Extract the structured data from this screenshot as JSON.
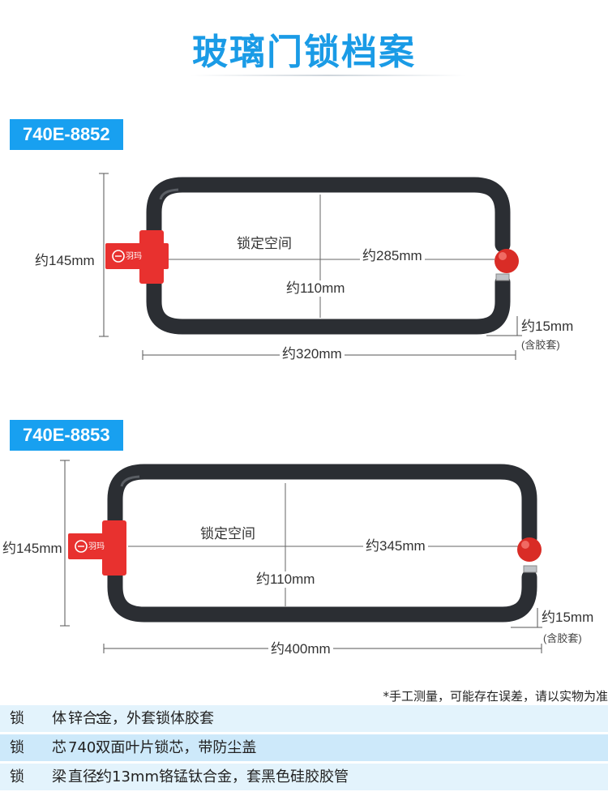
{
  "page_title": "玻璃门锁档案",
  "products": [
    {
      "model": "740E-8852",
      "height": "约145mm",
      "lock_space": "锁定空间",
      "inner_length": "约285mm",
      "inner_width": "约110mm",
      "outer_length": "约320mm",
      "thickness": "约15mm",
      "thickness_note": "(含胶套)",
      "brand_mark": "羽玛"
    },
    {
      "model": "740E-8853",
      "height": "约145mm",
      "lock_space": "锁定空间",
      "inner_length": "约345mm",
      "inner_width": "约110mm",
      "outer_length": "约400mm",
      "thickness": "约15mm",
      "thickness_note": "(含胶套)",
      "brand_mark": "羽玛"
    }
  ],
  "measure_note": "*手工测量，可能存在误差，请以实物为准",
  "specs": [
    {
      "key": "锁体：",
      "value": "锌合金，外套锁体胶套"
    },
    {
      "key": "锁芯：",
      "value": "740双面叶片锁芯，带防尘盖"
    },
    {
      "key": "锁梁：",
      "value": "直径约13mm铬锰钛合金，套黑色硅胶胶管"
    }
  ],
  "colors": {
    "accent": "#18a0f0",
    "lock_body": "#e8312f",
    "shackle": "#2b2e33",
    "spec_tint": "#e3f3fc"
  }
}
